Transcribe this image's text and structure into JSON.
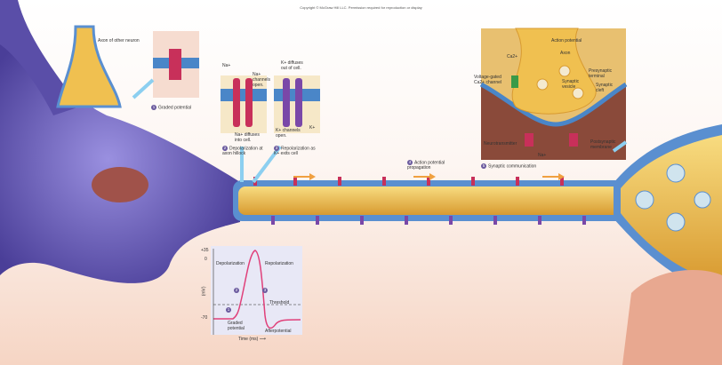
{
  "copyright": "Copyright © McGraw Hill LLC. Permission required for reproduction or display",
  "labels": {
    "axon_other_neuron": "Axon of other neuron",
    "graded_potential": "Graded potential",
    "na_ion": "Na+",
    "na_channels_open": "Na+ channels open.",
    "na_diffuses": "Na+ diffuses into cell.",
    "depolarization_hillock": "Depolarization at axon hillock",
    "k_diffuses": "K+ diffuses out of cell.",
    "k_channels_open": "K+ channels open.",
    "k_ion": "K+",
    "repolarization_k": "Repolarization as K+ exits cell",
    "ap_propagation": "Action potential propagation",
    "synaptic_communication": "Synaptic communication"
  },
  "steps": [
    "1",
    "2",
    "3",
    "4",
    "5"
  ],
  "synapse": {
    "action_potential": "Action potential",
    "axon": "Axon",
    "ca_ion": "Ca2+",
    "vg_ca_channel": "Voltage-gated Ca2+ channel",
    "presynaptic_terminal": "Presynaptic terminal",
    "synaptic_vesicle": "Synaptic vesicle",
    "synaptic_cleft": "Synaptic cleft",
    "neurotransmitter": "Neurotransmitter",
    "postsynaptic_membrane": "Postsynaptic membrane",
    "na_ion": "Na+"
  },
  "graph": {
    "ylabel": "(mV)",
    "xlabel": "Time (ms) ⟶",
    "ticks": [
      "+35",
      "0",
      "-70"
    ],
    "depolarization": "Depolarization",
    "repolarization": "Repolarization",
    "threshold": "Threshold",
    "graded_potential": "Graded potential",
    "afterpotential": "Afterpotential"
  },
  "colors": {
    "cell_body": "#5b4fa8",
    "axon_core": "#f2c24a",
    "membrane": "#4a86c8",
    "na_channel": "#c8305a",
    "k_channel": "#7a48a8",
    "ca_channel": "#3a9a48",
    "arrow": "#f0a040",
    "callout": "#8ccff0"
  }
}
